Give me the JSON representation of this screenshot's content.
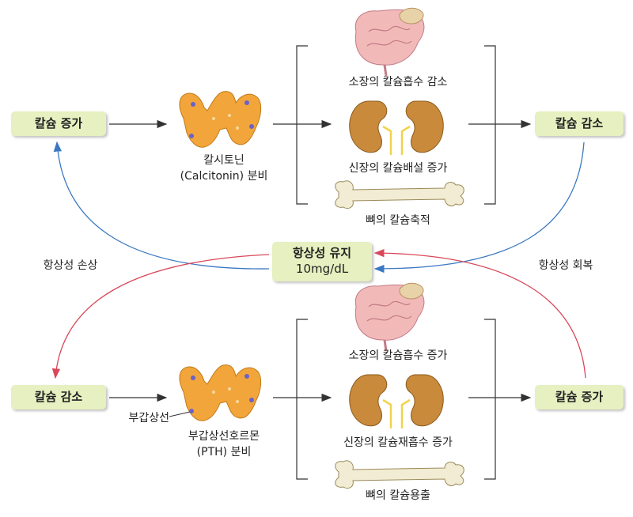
{
  "top": {
    "left_box": "칼슘 증가",
    "thyroid_caption_1": "칼시토닌",
    "thyroid_caption_2": "(Calcitonin) 분비",
    "effect_intestine": "소장의 칼슘흡수 감소",
    "effect_kidney": "신장의 칼슘배설 증가",
    "effect_bone": "뼈의 칼슘축적",
    "right_box": "칼슘 감소"
  },
  "center": {
    "title": "항상성 유지",
    "value": "10mg/dL",
    "left_label": "항상성 손상",
    "right_label": "항상성 회복"
  },
  "bottom": {
    "left_box": "칼슘 감소",
    "gland_pointer": "부갑상선",
    "hormone_caption_1": "부갑상선호르몬",
    "hormone_caption_2": "(PTH) 분비",
    "effect_intestine": "소장의 칼슘흡수 증가",
    "effect_kidney": "신장의 칼슘재흡수 증가",
    "effect_bone": "뼈의 칼슘용출",
    "right_box": "칼슘 증가"
  },
  "colors": {
    "box_fill": "#e6f0c0",
    "blue_arrow": "#3a78c2",
    "red_arrow": "#d9485a",
    "thyroid": "#f2a53a",
    "kidney": "#c98a3c",
    "intestine": "#f2b9b9"
  }
}
